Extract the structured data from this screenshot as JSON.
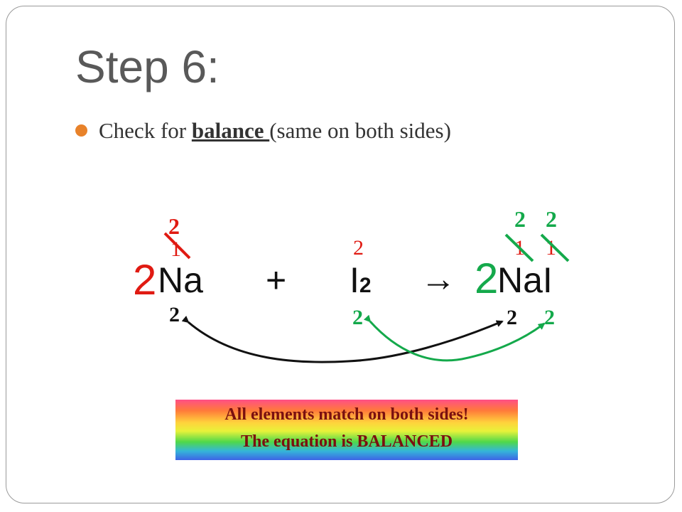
{
  "slide": {
    "title": "Step 6:",
    "bullet": {
      "prefix": "Check for ",
      "keyword": "balance ",
      "suffix": " (same on both sides)"
    }
  },
  "equation": {
    "coef_na": "2",
    "reactant_na": "Na",
    "plus": "+",
    "reactant_i": "I",
    "reactant_i_sub": "2",
    "arrow": "→",
    "coef_nai": "2",
    "product_nai": "NaI",
    "na_top_old": "1",
    "na_top_new": "2",
    "i_top": "2",
    "nai_na_top_old": "1",
    "nai_na_top_new": "2",
    "nai_i_top_old": "1",
    "nai_i_top_new": "2",
    "na_bottom": "2",
    "i_bottom": "2",
    "nai_na_bottom": "2",
    "nai_i_bottom": "2"
  },
  "banner": {
    "line1": "All elements match on both sides!",
    "line2": "The equation is BALANCED"
  },
  "colors": {
    "accent_orange": "#e8822a",
    "red": "#e01a12",
    "green": "#14a94b",
    "banner_text": "#7a1010"
  }
}
